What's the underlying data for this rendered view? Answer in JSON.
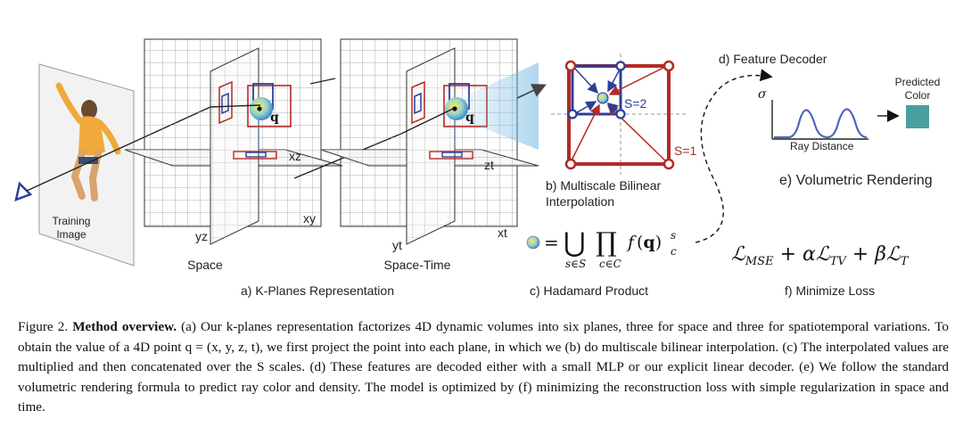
{
  "figure": {
    "training_image_label_1": "Training",
    "training_image_label_2": "Image",
    "space_label": "Space",
    "spacetime_label": "Space-Time",
    "plane_xz": "xz",
    "plane_xy": "xy",
    "plane_yz": "yz",
    "plane_zt": "zt",
    "plane_xt": "xt",
    "plane_yt": "yt",
    "point_q": "q",
    "caption_a": "a) K-Planes Representation",
    "caption_b_1": "b) Multiscale Bilinear",
    "caption_b_2": "Interpolation",
    "scale_2": "S=2",
    "scale_1": "S=1",
    "caption_c": "c) Hadamard Product",
    "caption_d": "d) Feature Decoder",
    "predicted_1": "Predicted",
    "predicted_2": "Color",
    "sigma": "σ",
    "ray_distance": "Ray Distance",
    "caption_e": "e) Volumetric Rendering",
    "caption_f": "f) Minimize Loss",
    "colors": {
      "red": "#b22a25",
      "blue": "#2c3f9a",
      "teal": "#4b9ea0",
      "grid": "#8a8a8a",
      "curve": "#4e66b8"
    }
  },
  "caption": {
    "fig_label": "Figure 2.",
    "bold_title": "Method overview.",
    "text": "(a) Our k-planes representation factorizes 4D dynamic volumes into six planes, three for space and three for spatiotemporal variations. To obtain the value of a 4D point q = (x, y, z, t), we first project the point into each plane, in which we (b) do multiscale bilinear interpolation. (c) The interpolated values are multiplied and then concatenated over the S scales. (d) These features are decoded either with a small MLP or our explicit linear decoder. (e) We follow the standard volumetric rendering formula to predict ray color and density. The model is optimized by (f) minimizing the reconstruction loss with simple regularization in space and time."
  }
}
